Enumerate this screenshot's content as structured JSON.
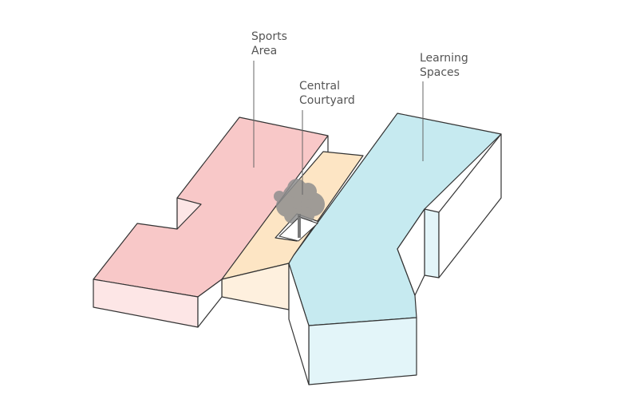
{
  "labels": {
    "sports": {
      "line1": "Sports",
      "line2": "Area"
    },
    "courtyard": {
      "line1": "Central",
      "line2": "Courtyard"
    },
    "learning": {
      "line1": "Learning",
      "line2": "Spaces"
    }
  },
  "colors": {
    "sports_top": "#f8c8c8",
    "sports_side": "#fde6e6",
    "courtyard_top": "#fde5c4",
    "courtyard_side": "#fef0de",
    "learning_top": "#c6eaf0",
    "learning_side": "#e3f5f9",
    "outline": "#333333",
    "tree": "#8f8f8f",
    "leader_line": "#666666",
    "label_text": "#555555"
  }
}
